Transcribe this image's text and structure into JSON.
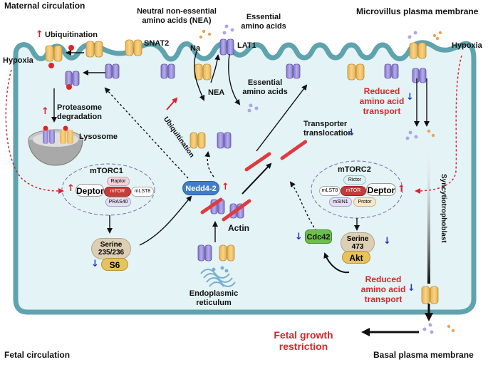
{
  "regions": {
    "maternal": "Maternal circulation",
    "fetal": "Fetal circulation",
    "microvillus": "Microvillus plasma membrane",
    "basal": "Basal plasma membrane",
    "syncytiotrophoblast": "Syncytiotrophoblast"
  },
  "left": {
    "ubiquitination": "Ubiquitination",
    "hypoxia": "Hypoxia",
    "proteasome": "Proteasome degradation",
    "lysosome": "Lysosome"
  },
  "top": {
    "snat2": "SNAT2",
    "nea_title": "Neutral non-essential amino acids (NEA)",
    "essential_top": "Essential amino acids",
    "na": "Na",
    "lat1": "LAT1",
    "nea": "NEA",
    "essential_inner": "Essential amino acids"
  },
  "mtorc1": {
    "title": "mTORC1",
    "deptor": "Deptor",
    "raptor": "Raptor",
    "mtor": "mTOR",
    "mlst8": "mLST8",
    "pras40": "PRAS40",
    "serine": "Serine 235/236",
    "s6": "S6"
  },
  "center": {
    "nedd": "Nedd4-2",
    "ubiq_vertical": "Ubiquitination",
    "actin": "Actin",
    "er": "Endoplasmic reticulum",
    "translocation": "Transporter translocation"
  },
  "mtorc2": {
    "title": "mTORC2",
    "rictor": "Rictor",
    "mlst8": "mLST8",
    "mtor": "mTOR",
    "deptor": "Deptor",
    "msin1": "mSIN1",
    "protor": "Protor",
    "serine": "Serine 473",
    "akt": "Akt",
    "cdc42": "Cdc42"
  },
  "right": {
    "hypoxia": "Hypoxia",
    "reduced_top": "Reduced amino acid transport",
    "reduced_bottom": "Reduced amino acid transport",
    "fgr": "Fetal growth restriction"
  },
  "colors": {
    "membrane": "#5ea3ae",
    "cytoplasm": "#e4f3f5",
    "transporter_yellow": "#f2c36b",
    "transporter_purple": "#9c8fd6",
    "red_accent": "#d9252b",
    "blue_arrow": "#2433c8",
    "nedd_blue": "#3f7fc8",
    "cdc42_green": "#6bbf4a",
    "s6_gold": "#e8c25a",
    "serine_tan": "#d9c8a8"
  }
}
